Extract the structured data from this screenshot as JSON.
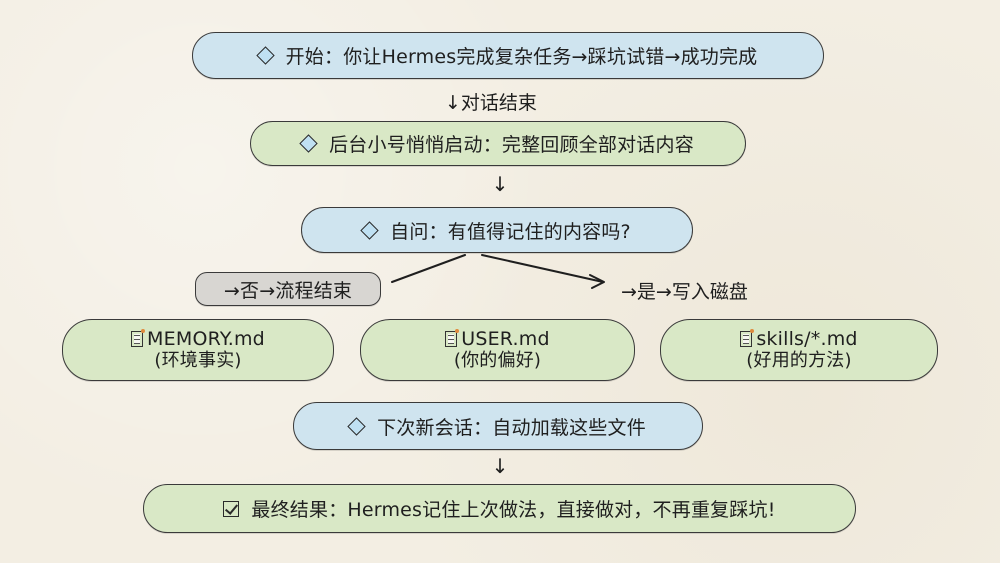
{
  "diagram": {
    "start": {
      "icon": "diamond-icon",
      "text": "开始：你让Hermes完成复杂任务→踩坑试错→成功完成"
    },
    "edge_1_label": "↓对话结束",
    "background_review": {
      "icon": "diamond-icon",
      "text": "后台小号悄悄启动：完整回顾全部对话内容"
    },
    "edge_2_label": "↓",
    "self_question": {
      "icon": "diamond-icon",
      "text": "自问：有值得记住的内容吗?"
    },
    "branch_no": {
      "text": "→否→流程结束"
    },
    "branch_yes": {
      "text": "→是→写入磁盘"
    },
    "files": [
      {
        "icon": "document-icon",
        "name": "MEMORY.md",
        "desc": "(环境事实)"
      },
      {
        "icon": "document-icon",
        "name": "USER.md",
        "desc": "(你的偏好)"
      },
      {
        "icon": "document-icon",
        "name": "skills/*.md",
        "desc": "(好用的方法)"
      }
    ],
    "next_session": {
      "icon": "diamond-icon",
      "text": "下次新会话：自动加载这些文件"
    },
    "edge_3_label": "↓",
    "final_result": {
      "icon": "checkbox-icon",
      "text": "最终结果：Hermes记住上次做法，直接做对，不再重复踩坑!"
    },
    "colors": {
      "background": "#f3eee3",
      "blue_node": "#cfe4ef",
      "green_node": "#d9e8c6",
      "gray_node": "#d8d6d2",
      "outline": "#3a3a3a"
    }
  }
}
